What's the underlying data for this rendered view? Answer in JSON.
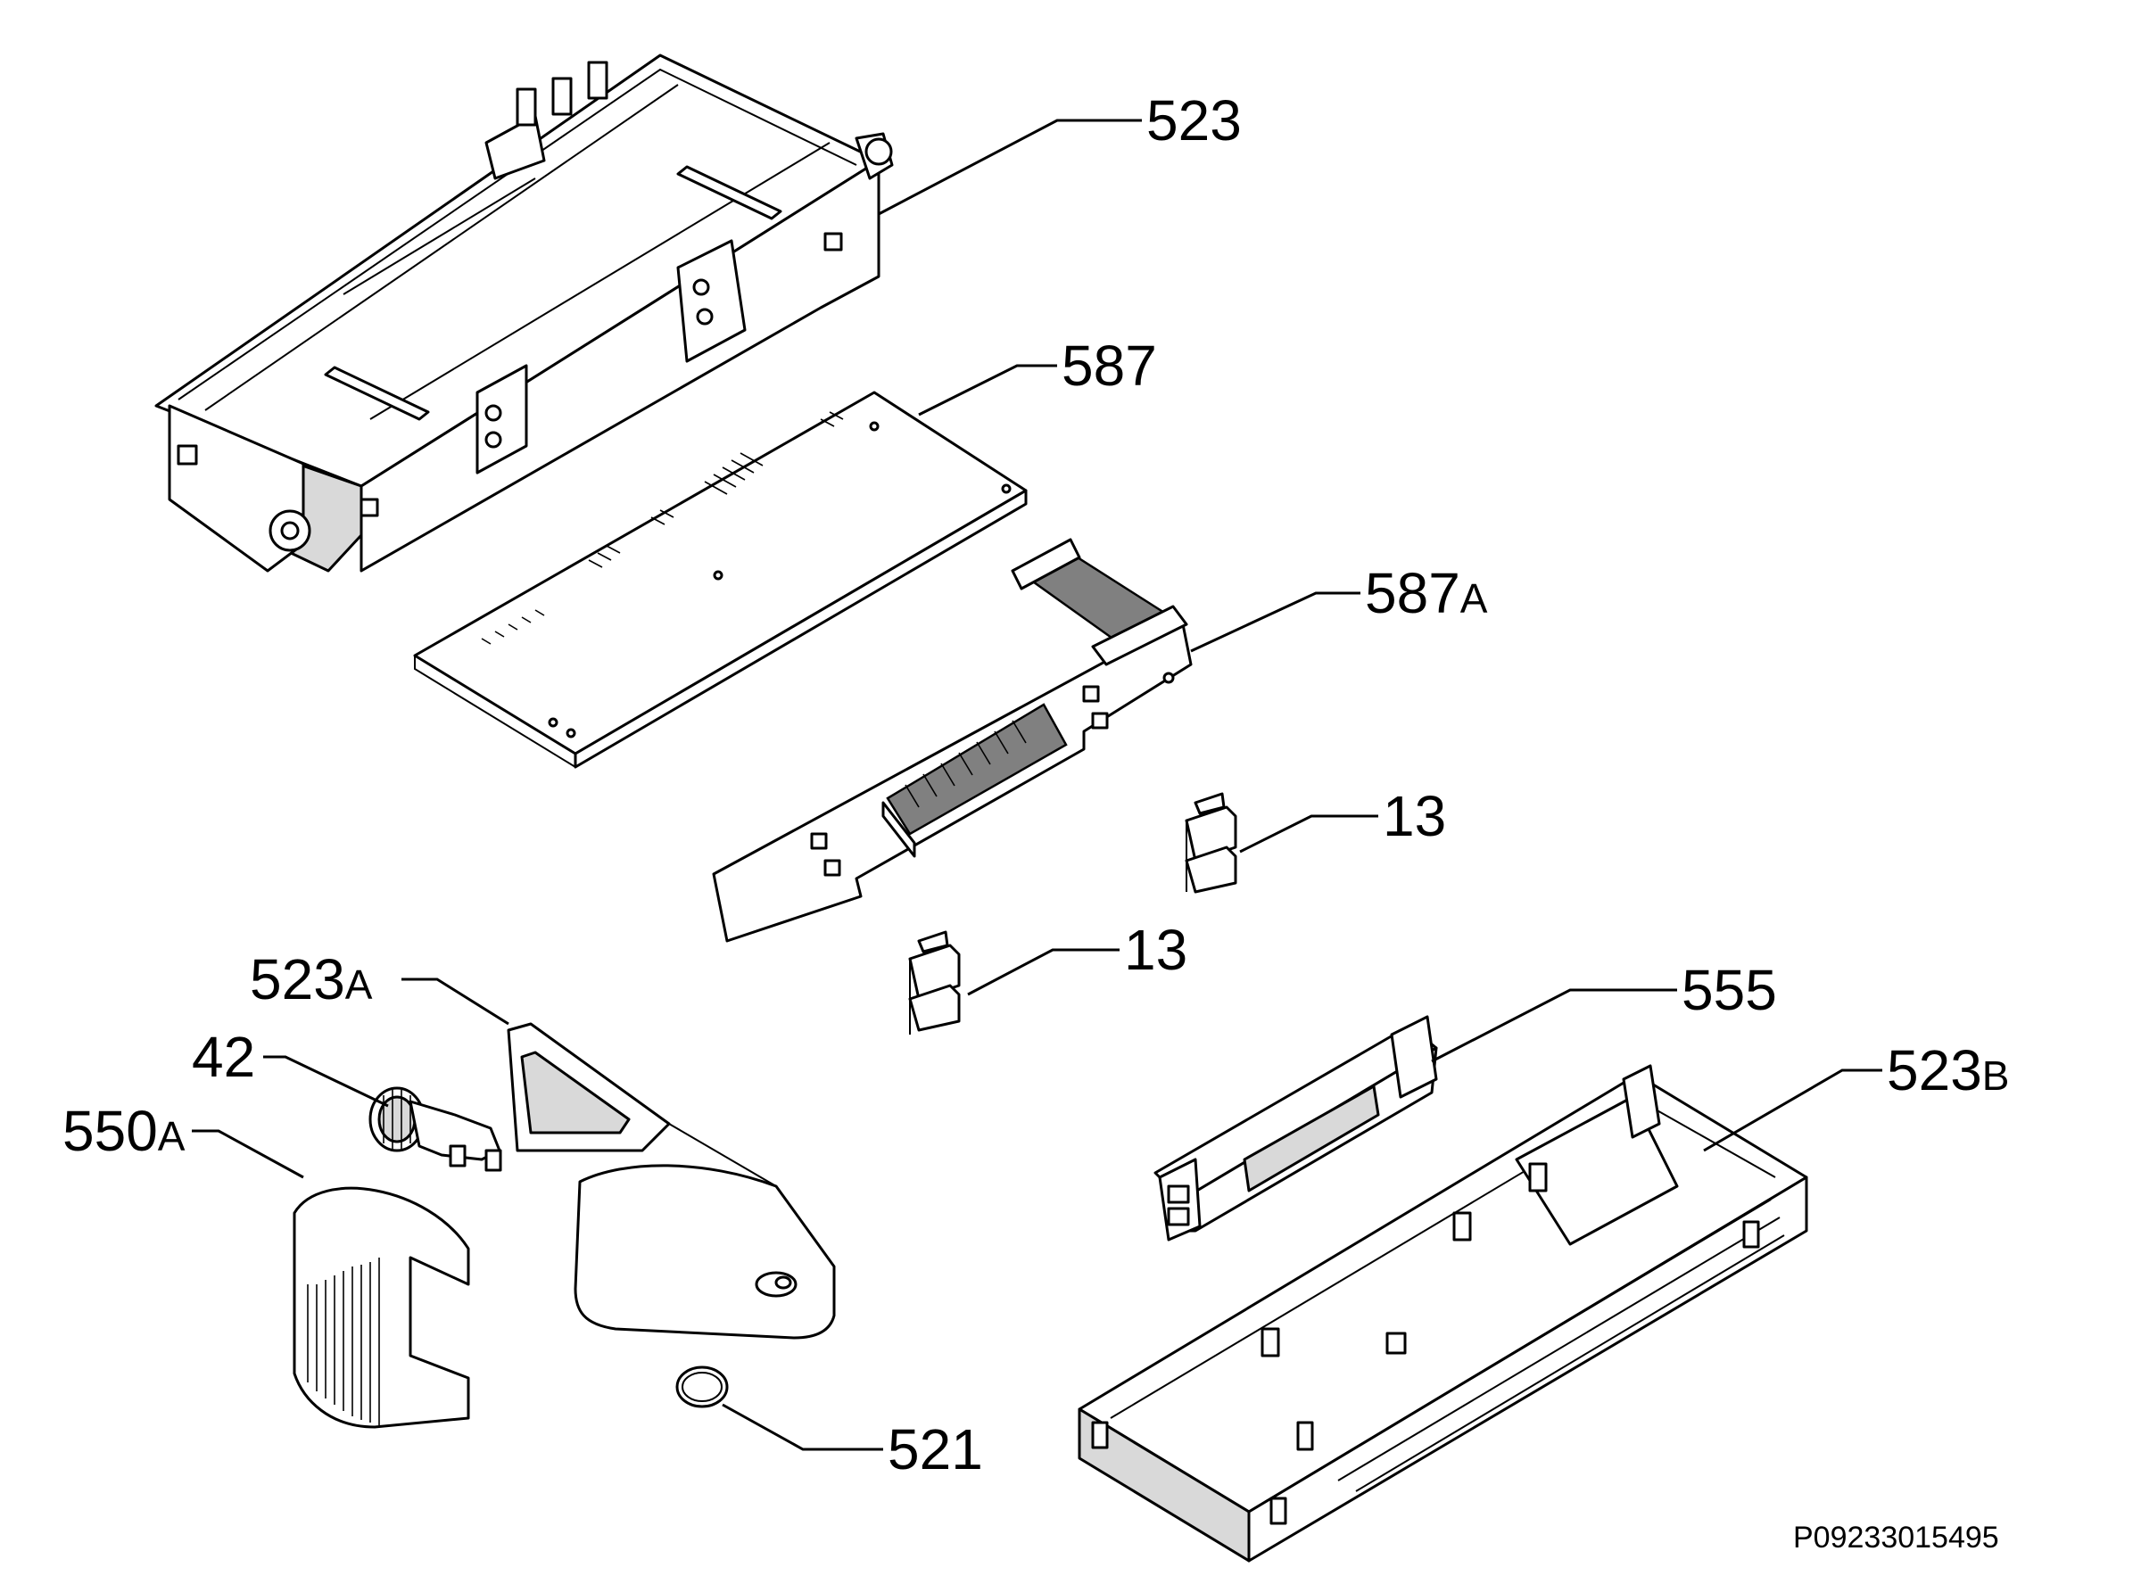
{
  "callouts": {
    "c523": "523",
    "c587": "587",
    "c587a_num": "587",
    "c587a_suf": "A",
    "c13_upper": "13",
    "c13_lower": "13",
    "c523a_num": "523",
    "c523a_suf": "A",
    "c42": "42",
    "c555": "555",
    "c523b_num": "523",
    "c523b_suf": "B",
    "c550a_num": "550",
    "c550a_suf": "A",
    "c521": "521"
  },
  "drawing_code": "P09233015495"
}
